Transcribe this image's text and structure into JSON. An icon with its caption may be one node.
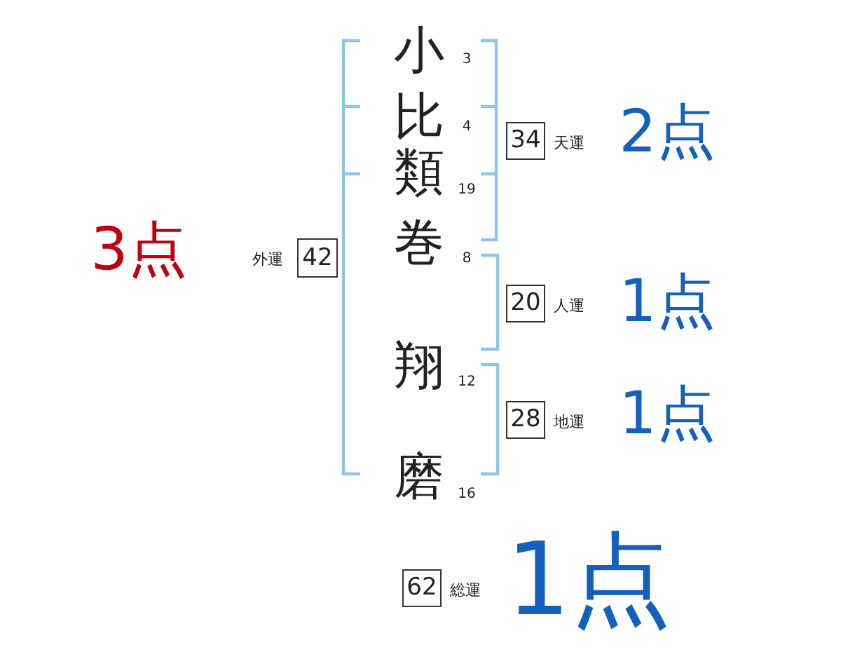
{
  "diagram": {
    "nodes": [
      {
        "text": [
          "34"
        ],
        "beside": [
          "天運",
          "2点"
        ]
      },
      {
        "text": [
          "42"
        ],
        "beside": [
          "外運",
          "3点"
        ]
      },
      {
        "text": [
          "20"
        ],
        "beside": [
          "人運",
          "1点"
        ]
      },
      {
        "text": [
          "28"
        ],
        "beside": [
          "地運",
          "1点"
        ]
      },
      {
        "text": [
          "62"
        ],
        "beside": [
          "総運",
          "1点"
        ]
      }
    ],
    "labels": [
      "小",
      "3",
      "比",
      "4",
      "類",
      "19",
      "巻",
      "8",
      "翔",
      "12",
      "磨",
      "16"
    ]
  }
}
